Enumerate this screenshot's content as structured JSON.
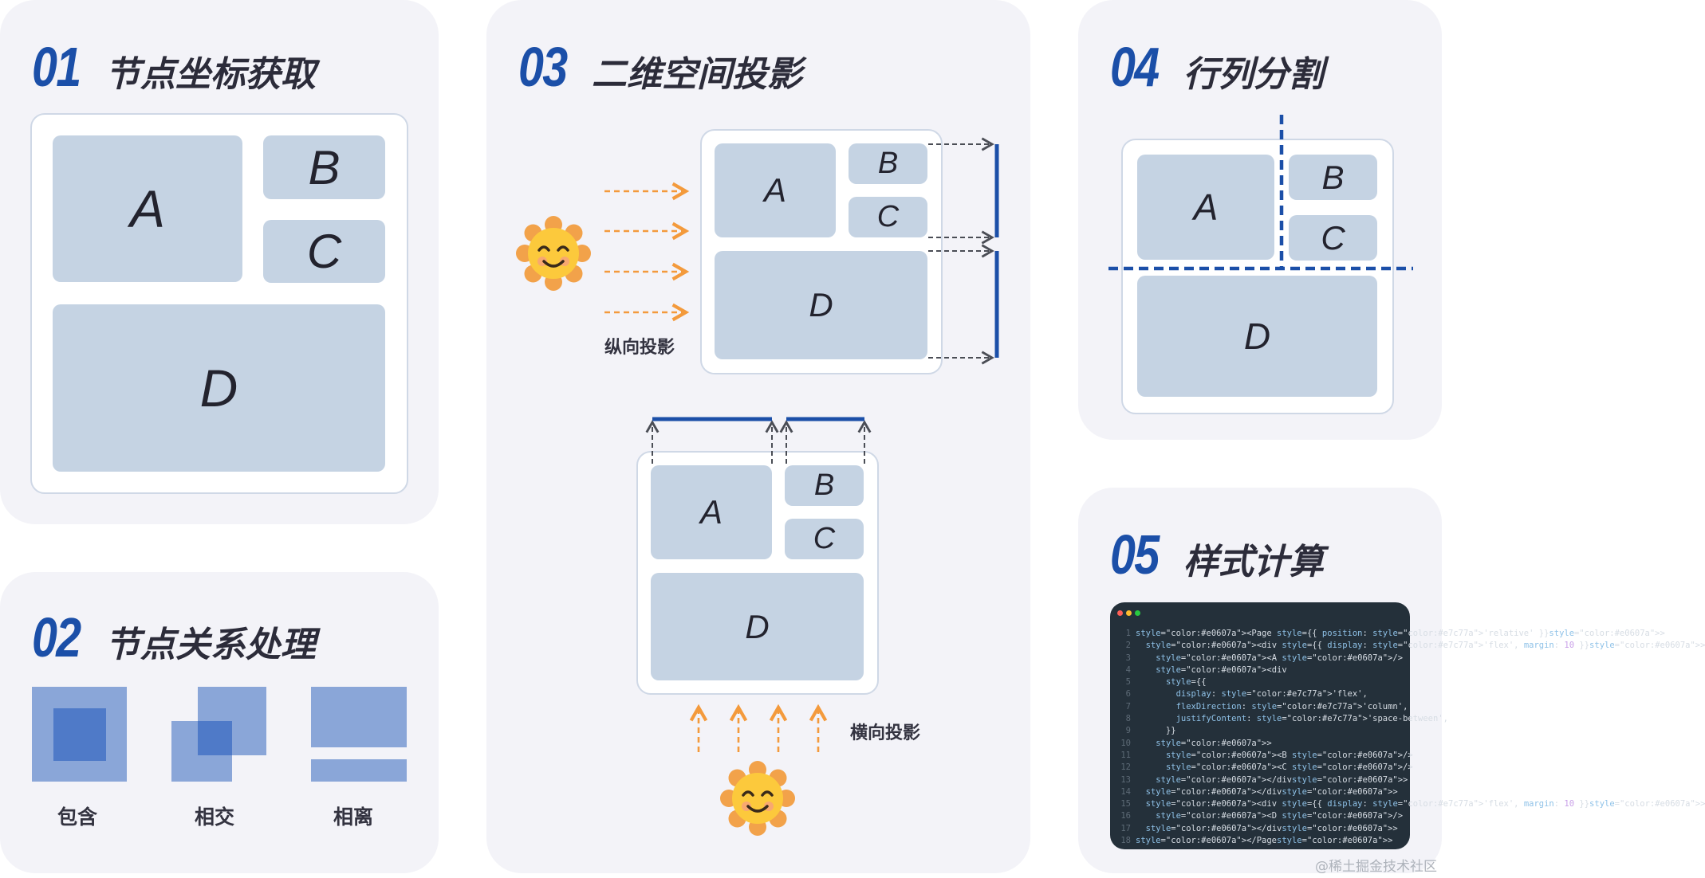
{
  "sections": {
    "s1": {
      "num": "01",
      "title": "节点坐标获取"
    },
    "s2": {
      "num": "02",
      "title": "节点关系处理"
    },
    "s3": {
      "num": "03",
      "title": "二维空间投影"
    },
    "s4": {
      "num": "04",
      "title": "行列分割"
    },
    "s5": {
      "num": "05",
      "title": "样式计算"
    }
  },
  "blocks": {
    "a": "A",
    "b": "B",
    "c": "C",
    "d": "D"
  },
  "relations": {
    "contain": "包含",
    "intersect": "相交",
    "separate": "相离"
  },
  "projection": {
    "vertical": "纵向投影",
    "horizontal": "横向投影"
  },
  "code": {
    "lines": [
      {
        "n": "1",
        "t": "<Page style={{ position: 'relative' }}>"
      },
      {
        "n": "2",
        "t": "  <div style={{ display: 'flex', margin: 10 }}>"
      },
      {
        "n": "3",
        "t": "    <A />"
      },
      {
        "n": "4",
        "t": "    <div"
      },
      {
        "n": "5",
        "t": "      style={{"
      },
      {
        "n": "6",
        "t": "        display: 'flex',"
      },
      {
        "n": "7",
        "t": "        flexDirection: 'column',"
      },
      {
        "n": "8",
        "t": "        justifyContent: 'space-between',"
      },
      {
        "n": "9",
        "t": "      }}"
      },
      {
        "n": "10",
        "t": "    >"
      },
      {
        "n": "11",
        "t": "      <B />"
      },
      {
        "n": "12",
        "t": "      <C />"
      },
      {
        "n": "13",
        "t": "    </div>"
      },
      {
        "n": "14",
        "t": "  </div>"
      },
      {
        "n": "15",
        "t": "  <div style={{ display: 'flex', margin: 10 }}>"
      },
      {
        "n": "16",
        "t": "    <D />"
      },
      {
        "n": "17",
        "t": "  </div>"
      },
      {
        "n": "18",
        "t": "</Page>"
      }
    ]
  },
  "watermark": "@稀土掘金技术社区",
  "colors": {
    "accent_blue": "#1b4fa8",
    "block_fill": "#c5d3e3",
    "arrow_orange": "#f39a3c",
    "card_bg": "#f3f3f8",
    "code_bg": "#24303a",
    "overlap_light": "#8aa6d8",
    "overlap_dark": "#4f7ac8"
  }
}
